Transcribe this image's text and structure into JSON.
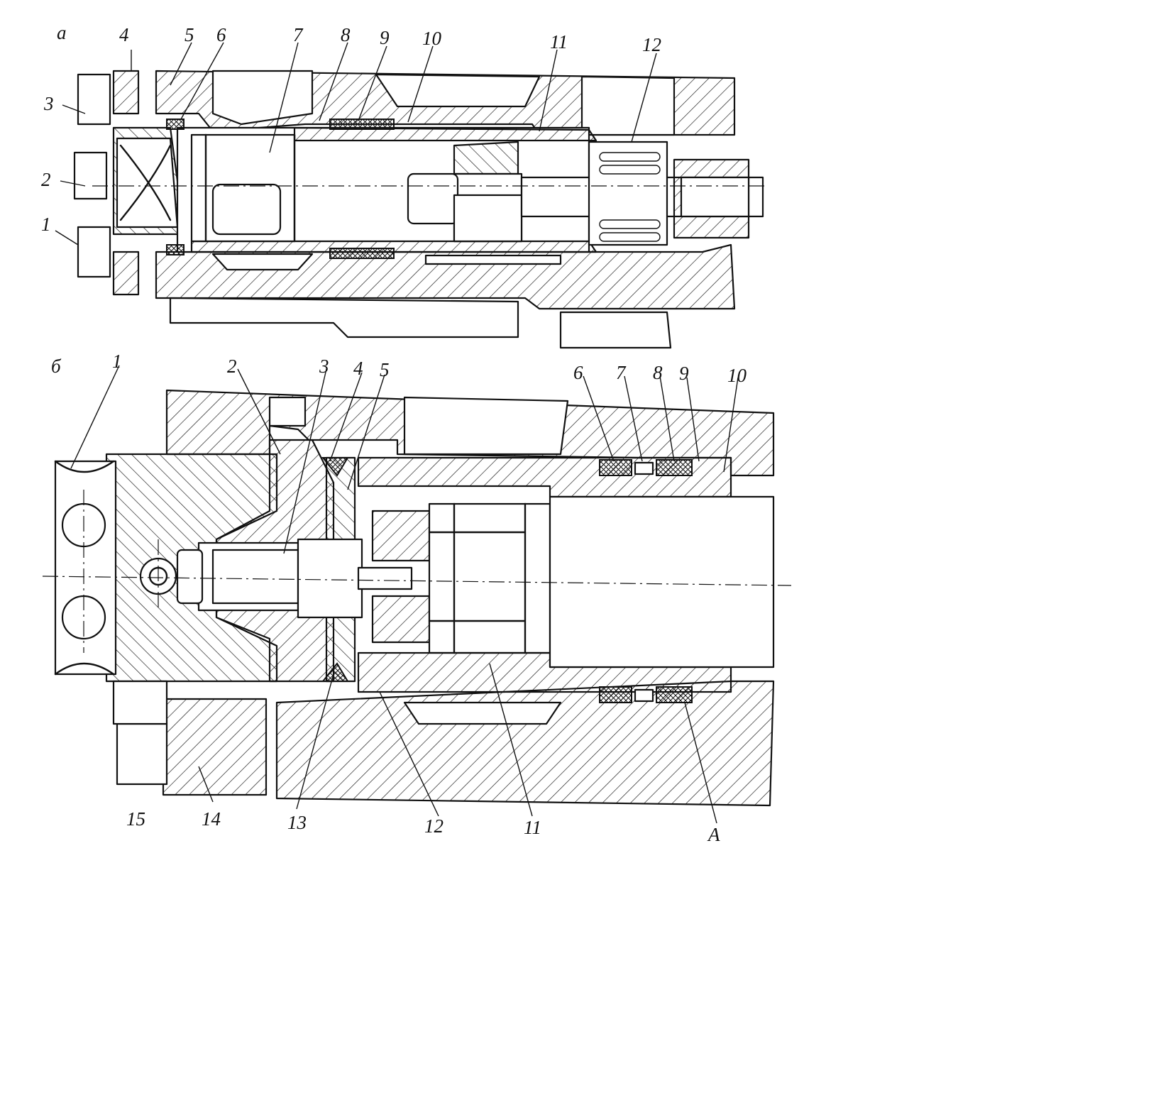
{
  "figure_a": {
    "tag": "а",
    "labels": [
      "1",
      "2",
      "3",
      "4",
      "5",
      "6",
      "7",
      "8",
      "9",
      "10",
      "11",
      "12"
    ]
  },
  "figure_b": {
    "tag": "б",
    "labels": [
      "1",
      "2",
      "3",
      "4",
      "5",
      "6",
      "7",
      "8",
      "9",
      "10",
      "11",
      "12",
      "13",
      "14",
      "15",
      "А"
    ]
  },
  "colors": {
    "ink": "#111111",
    "paper": "#ffffff"
  }
}
